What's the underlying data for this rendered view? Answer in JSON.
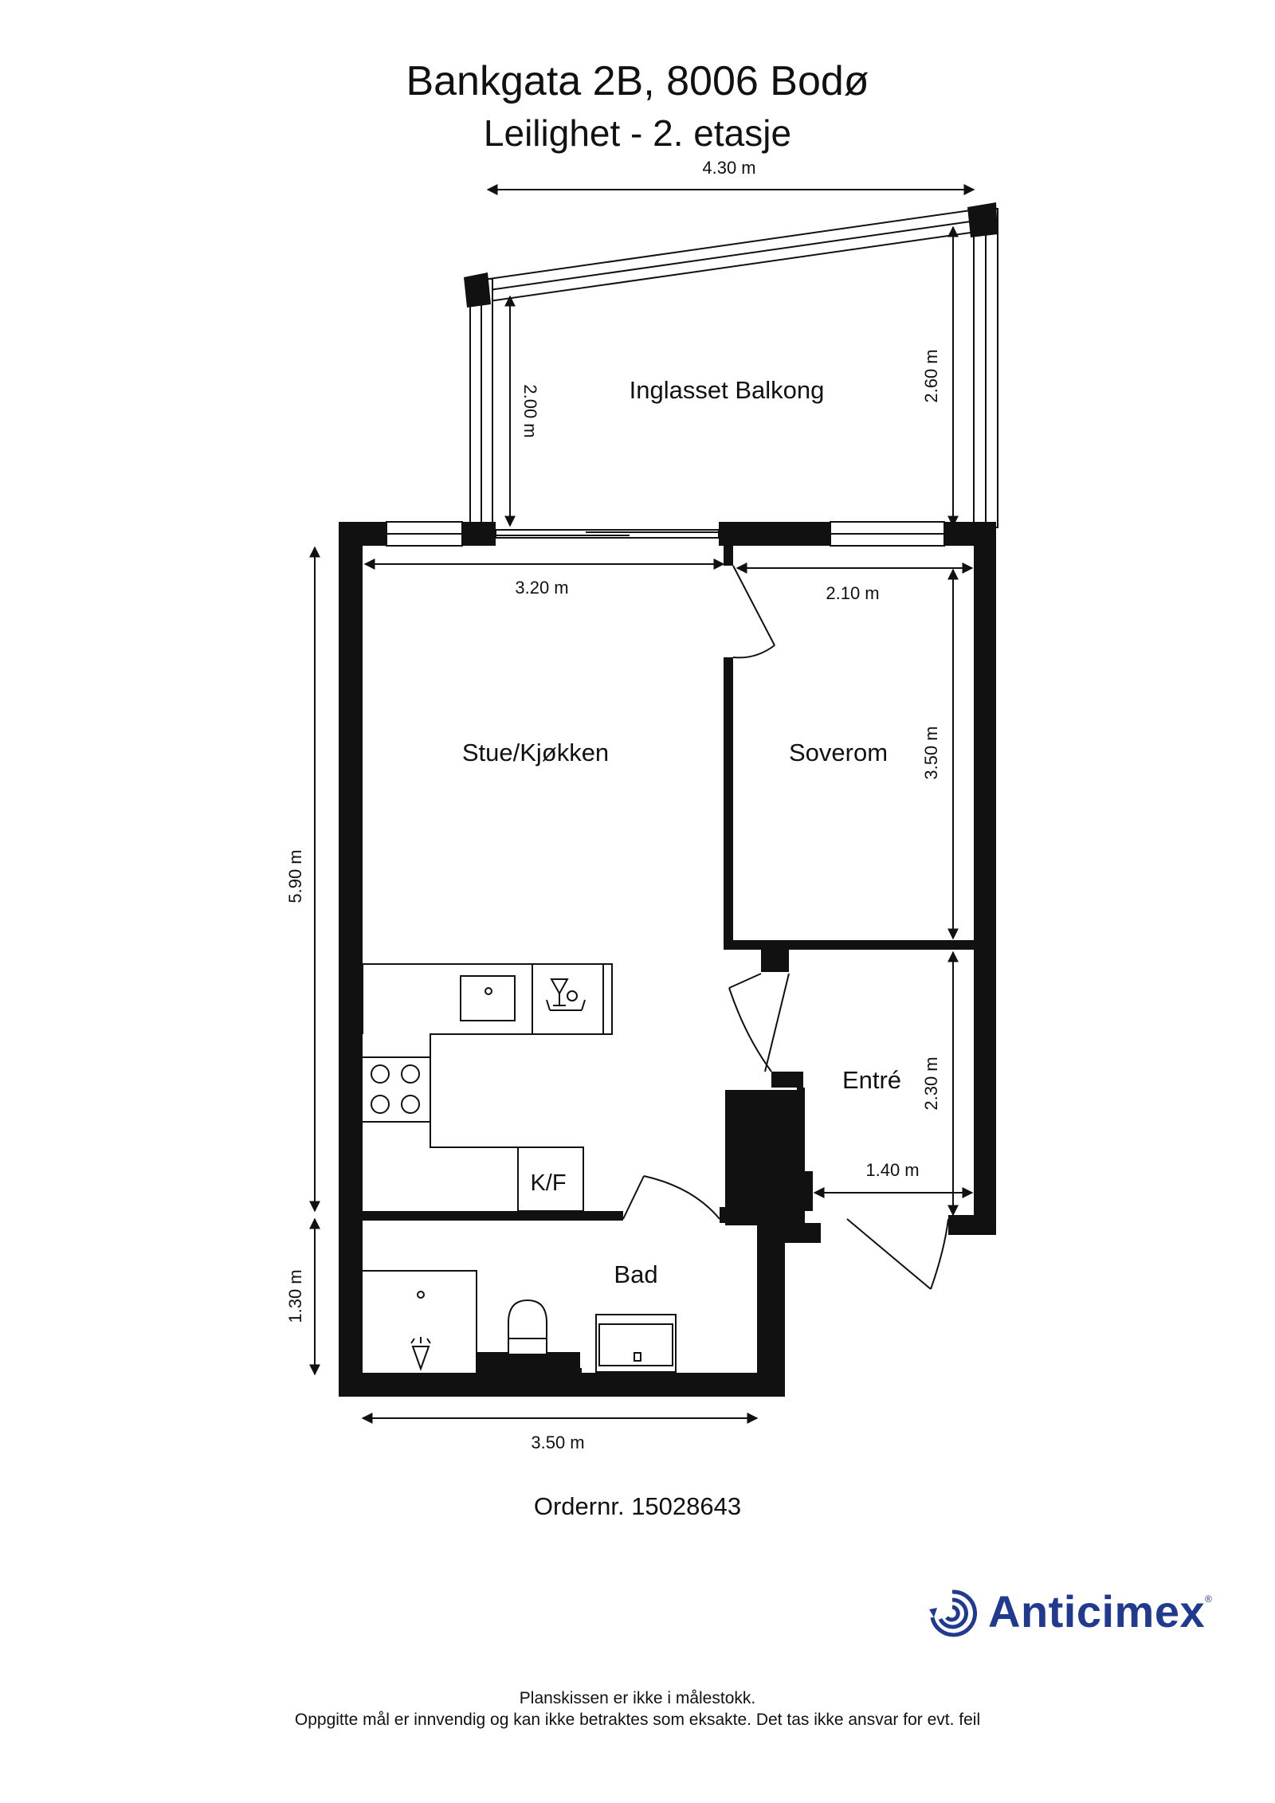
{
  "header": {
    "address": "Bankgata 2B, 8006 Bodø",
    "subtitle": "Leilighet - 2. etasje"
  },
  "rooms": {
    "balcony": "Inglasset Balkong",
    "living": "Stue/Kjøkken",
    "bedroom": "Soverom",
    "entry": "Entré",
    "bath": "Bad",
    "fridge": "K/F"
  },
  "dimensions": {
    "balcony_width": "4.30 m",
    "balcony_left_depth": "2.00 m",
    "balcony_right_depth": "2.60 m",
    "living_width": "3.20 m",
    "bedroom_width": "2.10 m",
    "bedroom_depth": "3.50 m",
    "total_depth": "5.90 m",
    "entry_depth": "2.30 m",
    "entry_width": "1.40 m",
    "bath_depth": "1.30 m",
    "bath_width": "3.50 m"
  },
  "footer": {
    "order": "Ordernr. 15028643",
    "disclaimer_1": "Planskissen er ikke i målestokk.",
    "disclaimer_2": "Oppgitte mål er innvendig og kan ikke betraktes som eksakte. Det tas ikke ansvar for evt. feil"
  },
  "brand": {
    "name": "Anticimex",
    "registered": "®",
    "logo_icon": "anticimex-swirl-icon",
    "color": "#1f3a8f"
  }
}
